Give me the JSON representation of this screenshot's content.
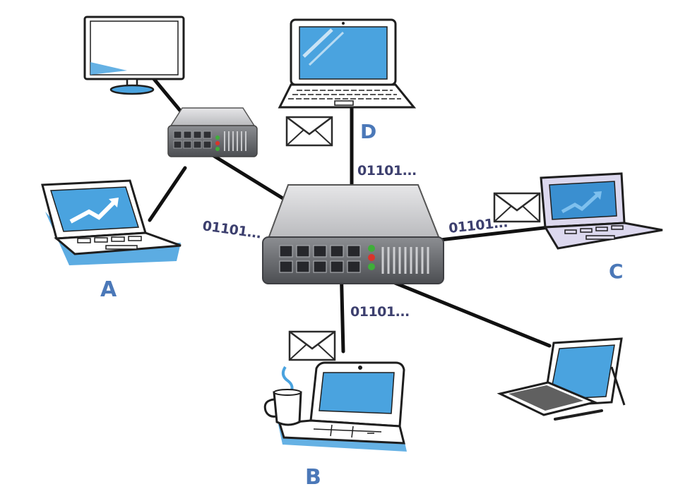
{
  "nodes": {
    "a": {
      "label": "A"
    },
    "b": {
      "label": "B"
    },
    "c": {
      "label": "C"
    },
    "d": {
      "label": "D"
    }
  },
  "signals": {
    "left": "01101...",
    "top": "01101...",
    "right": "01101...",
    "bottom": "01101..."
  },
  "colors": {
    "screen": "#4aa3df",
    "label": "#4b78b8",
    "bits": "#3c3f6e",
    "device": "#6d6f73",
    "led_red": "#d9342b",
    "led_green": "#3fae3a"
  }
}
